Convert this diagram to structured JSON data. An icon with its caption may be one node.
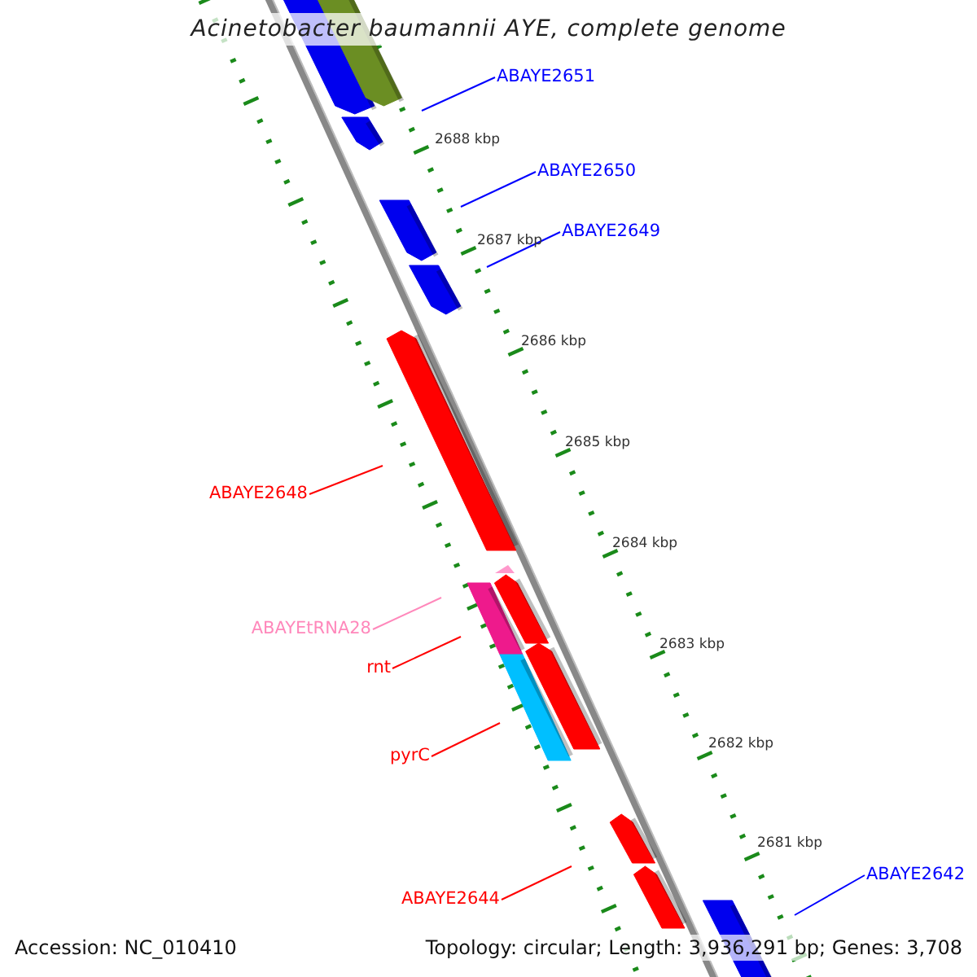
{
  "diagram": {
    "title": "Acinetobacter baumannii AYE, complete genome",
    "nodes": [
      {
        "text": [
          "ABAYE2651"
        ]
      },
      {
        "text": [
          "ABAYE2650"
        ]
      },
      {
        "text": [
          "ABAYE2649"
        ]
      },
      {
        "text": [
          "ABAYE2648"
        ]
      },
      {
        "text": [
          "ABAYEtRNA28"
        ]
      },
      {
        "text": [
          "rnt"
        ]
      },
      {
        "text": [
          "pyrC"
        ]
      },
      {
        "text": [
          "ABAYE2644"
        ]
      },
      {
        "text": [
          "ABAYE2642"
        ]
      }
    ],
    "edges": [
      {
        "from": 0,
        "to": null,
        "arrow": "none"
      },
      {
        "from": 1,
        "to": null,
        "arrow": "none"
      },
      {
        "from": 2,
        "to": null,
        "arrow": "none"
      },
      {
        "from": 3,
        "to": null,
        "arrow": "none",
        "color": "#ff0000"
      },
      {
        "from": 4,
        "to": null,
        "arrow": "none",
        "color": "#ff88bb"
      },
      {
        "from": 5,
        "to": null,
        "arrow": "none",
        "color": "#ff0000"
      },
      {
        "from": 6,
        "to": null,
        "arrow": "none",
        "color": "#ff0000"
      },
      {
        "from": 7,
        "to": null,
        "arrow": "none",
        "color": "#ff0000"
      },
      {
        "from": 8,
        "to": null,
        "arrow": "none"
      }
    ],
    "labels": [
      "2688 kbp",
      "2687 kbp",
      "2686 kbp",
      "2685 kbp",
      "2684 kbp",
      "2683 kbp",
      "2682 kbp",
      "2681 kbp",
      "Accession: NC_010410",
      "Topology: circular; Length: 3,936,291 bp; Genes: 3,708"
    ]
  }
}
